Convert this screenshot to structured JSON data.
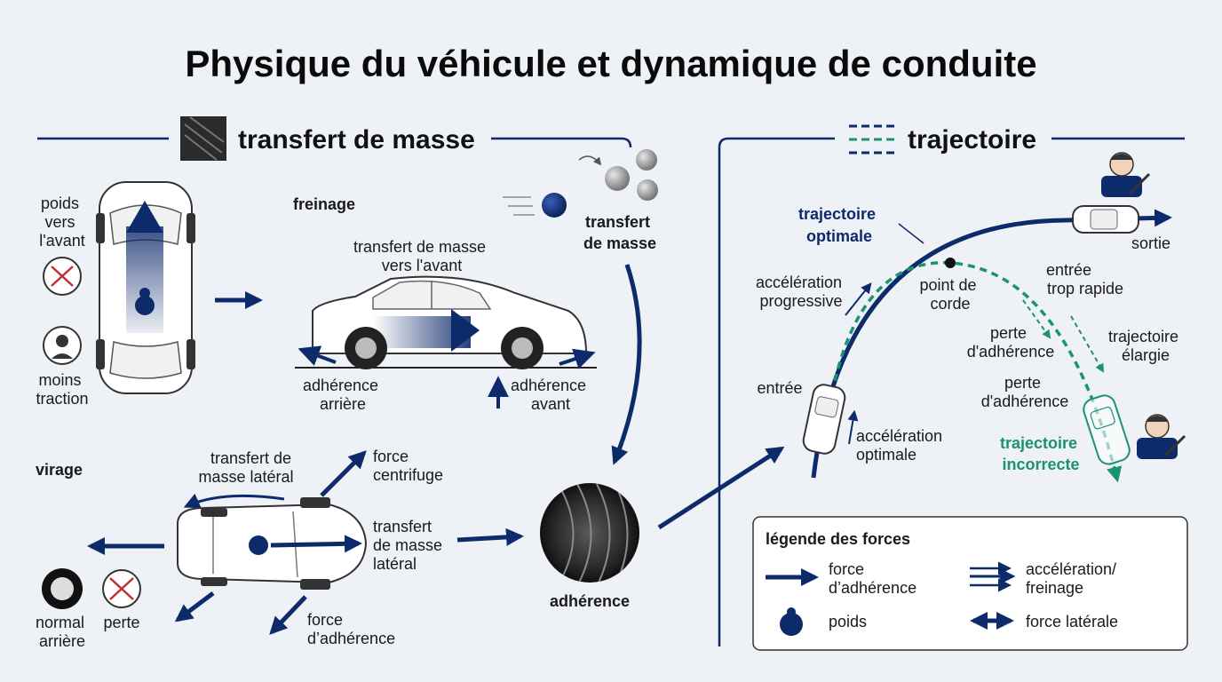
{
  "title": "Physique du véhicule et dynamique de conduite",
  "colors": {
    "navy": "#0d2a6b",
    "green": "#1a9273",
    "background": "#eef1f5"
  },
  "left_section": {
    "header": "transfert de masse",
    "top_car": {
      "weight_label": [
        "poids",
        "vers",
        "l'avant"
      ],
      "traction_label": [
        "moins",
        "traction"
      ]
    },
    "braking": {
      "title": "freinage",
      "mass_transfer_label": [
        "transfert de masse",
        "vers l'avant"
      ],
      "rear_grip": [
        "adhérence",
        "arrière"
      ],
      "front_grip": [
        "adhérence",
        "avant"
      ]
    },
    "balls_label": [
      "transfert",
      "de masse"
    ],
    "cornering": {
      "title": "virage",
      "lateral_transfer_top": [
        "transfert de",
        "masse latéral"
      ],
      "centrifugal": [
        "force",
        "centrifuge"
      ],
      "lateral_transfer_right": [
        "transfert",
        "de masse",
        "latéral"
      ],
      "grip_force": [
        "force",
        "d’adhérence"
      ],
      "normal_rear": [
        "normal",
        "arrière"
      ],
      "loss": "perte"
    },
    "grip": "adhérence"
  },
  "right_section": {
    "header": "trajectoire",
    "optimal": [
      "trajectoire",
      "optimale"
    ],
    "exit": "sortie",
    "progressive_accel": [
      "accélération",
      "progressive"
    ],
    "apex": [
      "point de",
      "corde"
    ],
    "entry_too_fast": [
      "entrée",
      "trop rapide"
    ],
    "grip_loss_1": [
      "perte",
      "d'adhérence"
    ],
    "widened": [
      "trajectoire",
      "élargie"
    ],
    "grip_loss_2": [
      "perte",
      "d'adhérence"
    ],
    "entry": "entrée",
    "optimal_accel": [
      "accélération",
      "optimale"
    ],
    "incorrect": [
      "trajectoire",
      "incorrecte"
    ]
  },
  "legend": {
    "title": "légende des forces",
    "grip_force": [
      "force",
      "d’adhérence"
    ],
    "accel_braking": [
      "accélération/",
      "freinage"
    ],
    "weight": "poids",
    "lateral_force": "force latérale"
  }
}
